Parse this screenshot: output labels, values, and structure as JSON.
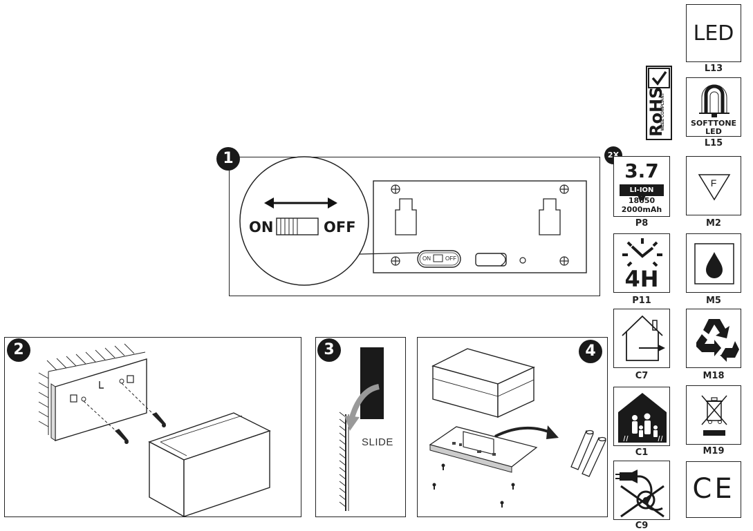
{
  "steps": {
    "s1": {
      "number": "1",
      "switch_on": "ON",
      "switch_off": "OFF",
      "mini_on": "ON",
      "mini_off": "OFF"
    },
    "s2": {
      "number": "2"
    },
    "s3": {
      "number": "3",
      "slide_label": "SLIDE"
    },
    "s4": {
      "number": "4"
    }
  },
  "icons": {
    "rohs": {
      "main": "RoHS",
      "sub": "WEEE COMPLIANT"
    },
    "led": {
      "text": "LED",
      "code": "L13"
    },
    "softtone": {
      "line1": "SOFTTONE",
      "line2": "LED",
      "code": "L15"
    },
    "battery": {
      "qty": "2X",
      "voltage": "3.7 V",
      "type": "LI-ION",
      "model": "18650",
      "capacity": "2000mAh",
      "code": "P8"
    },
    "flame": {
      "letter": "F",
      "code": "M2"
    },
    "timer": {
      "hours": "4H",
      "code": "P11"
    },
    "drop": {
      "code": "M5"
    },
    "indoor": {
      "code": "C7"
    },
    "recycle": {
      "code": "M18"
    },
    "family": {
      "code": "C1"
    },
    "weee": {
      "code": "M19"
    },
    "noplug": {
      "code": "C9"
    },
    "ce": {
      "text": "CE"
    }
  },
  "palette": {
    "ink": "#1a1a1a",
    "paper": "#ffffff",
    "gray": "#8a8a8a"
  }
}
